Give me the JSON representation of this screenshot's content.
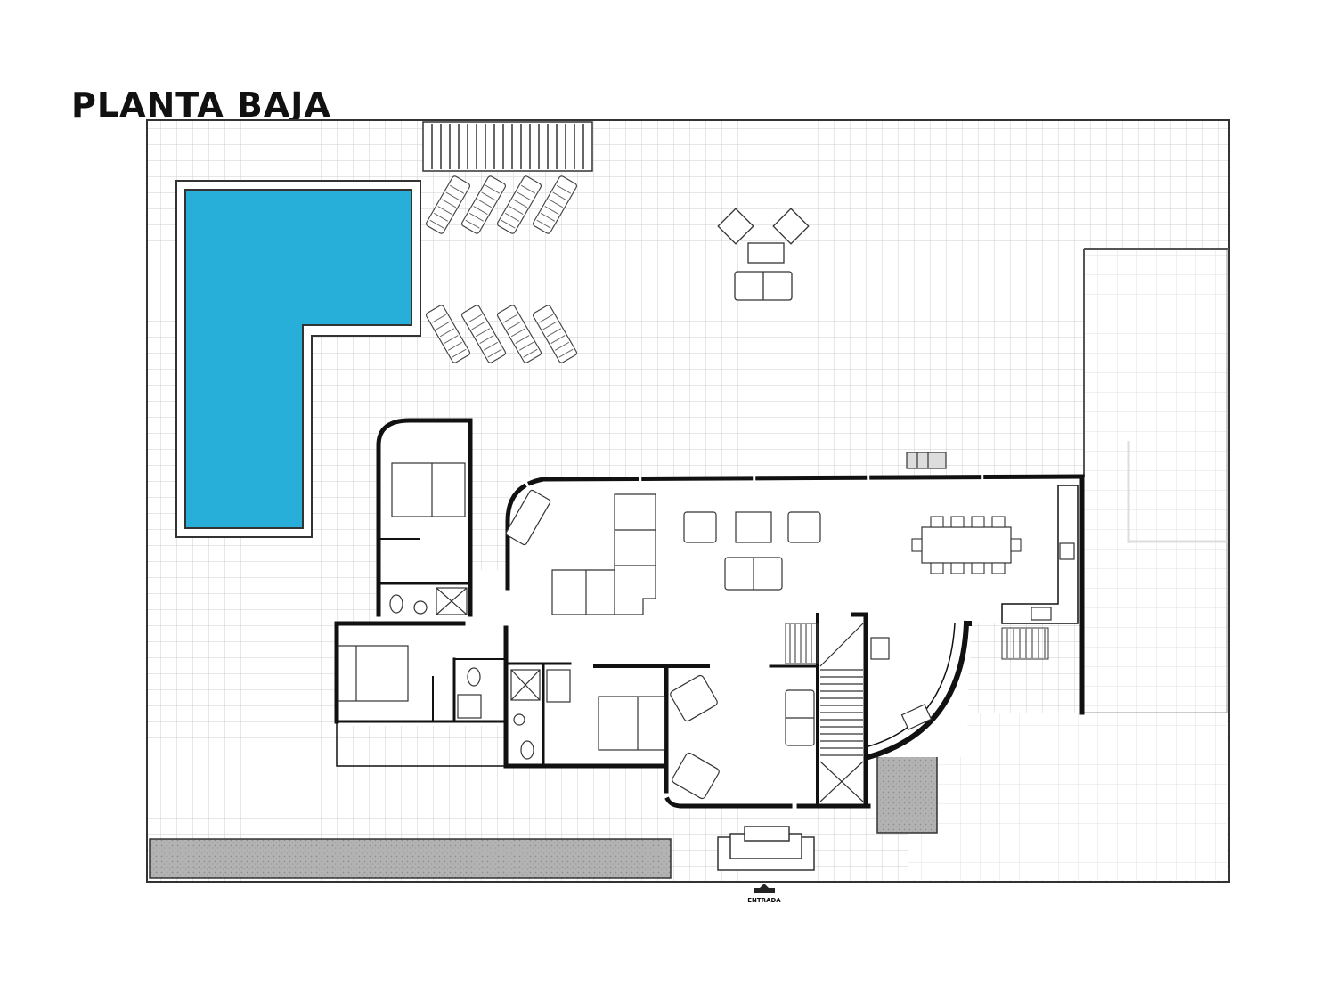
{
  "title": "PLANTA BAJA",
  "entrance_label": "ENTRADA",
  "colors": {
    "pool": "#27afd9",
    "wall": "#111111",
    "grid": "#c9c9c9",
    "gravel": "#a8a8a8",
    "background": "#ffffff"
  },
  "icons": [
    "pool",
    "sun-lounger",
    "sofa",
    "armchair",
    "dining-table",
    "bed",
    "toilet",
    "shower",
    "sink",
    "stairs",
    "barbecue",
    "entrance-arrow-icon"
  ]
}
